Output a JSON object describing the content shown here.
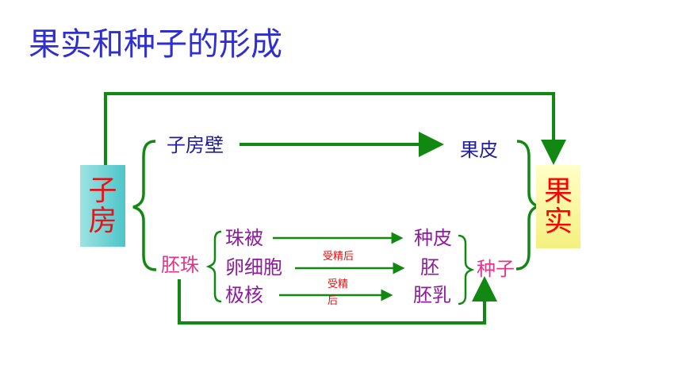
{
  "title": "果实和种子的形成",
  "ovary": [
    "子",
    "房"
  ],
  "fruit": [
    "果",
    "实"
  ],
  "ovary_wall": "子房壁",
  "pericarp": "果皮",
  "ovule": "胚珠",
  "seed": "种子",
  "integument": "珠被",
  "egg_cell": "卵细胞",
  "polar_nuclei": "极核",
  "seed_coat": "种皮",
  "embryo": "胚",
  "endosperm": "胚乳",
  "after_fertilization_1": "受精后",
  "after_fertilization_2": [
    "受精",
    "后"
  ],
  "colors": {
    "arrow": "#118811",
    "title": "#2f2fd0"
  }
}
